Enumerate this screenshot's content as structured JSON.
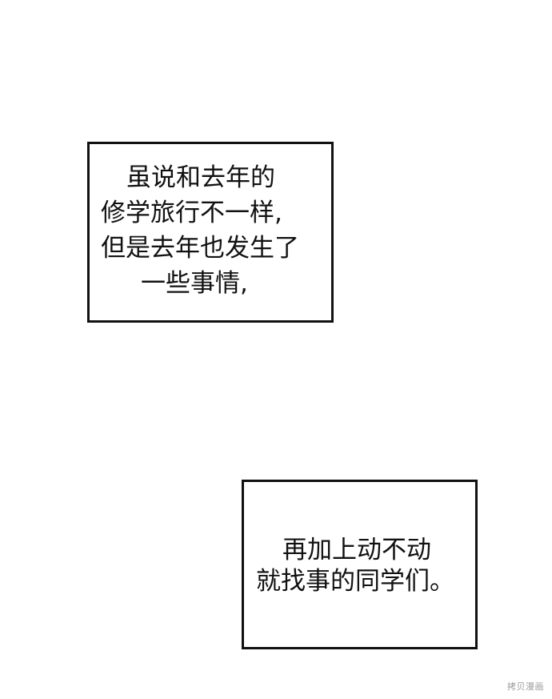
{
  "panel_top": {
    "lines": [
      "虽说和去年的",
      "修学旅行不一样,",
      "但是去年也发生了",
      "一些事情,"
    ]
  },
  "panel_bottom": {
    "lines": [
      "再加上动不动",
      "就找事的同学们。"
    ]
  },
  "watermark": "拷贝漫画"
}
